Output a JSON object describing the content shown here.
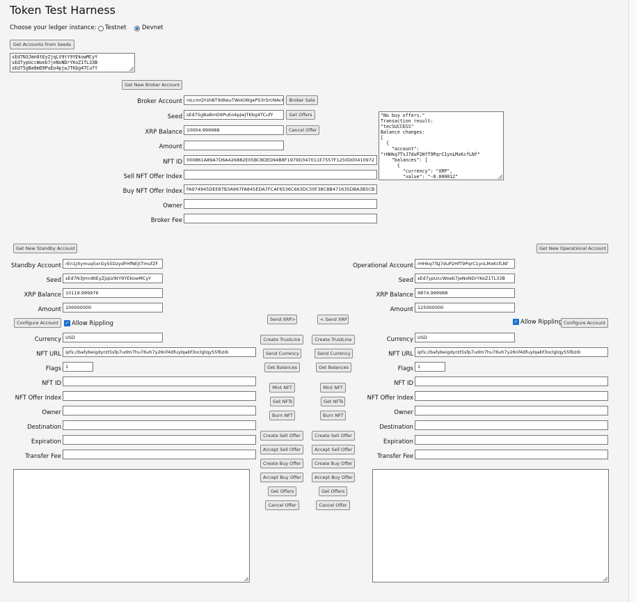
{
  "title": "Token Test Harness",
  "ledger": {
    "label": "Choose your ledger instance:",
    "options": [
      "Testnet",
      "Devnet"
    ],
    "selected": "Devnet"
  },
  "seeds": {
    "button": "Get Accounts From Seeds",
    "textarea": "sEd7N3Jmn8tEyZjqLV9tY9YEkowMCyY\nsEd7ypUccWoeb7jeNoNDrYKoZ1TL33B\nsEd75gBa8mD9PuEo4pjwJTKbg4TCufY"
  },
  "broker": {
    "get_account_button": "Get New Broker Account",
    "labels": {
      "account": "Broker Account",
      "seed": "Seed",
      "balance": "XRP Balance",
      "amount": "Amount",
      "nft_id": "NFT ID",
      "sell_offer": "Sell NFT Offer Index",
      "buy_offer": "Buy NFT Offer Index",
      "owner": "Owner",
      "fee": "Broker Fee"
    },
    "values": {
      "account": "rsLcmQYshBT9dKeuTWoGWgePS3rSrcNAcA",
      "seed": "sEd75gBa8mD9PuEo4pjwJTKbg4TCufY",
      "balance": "10004.999988",
      "amount": "",
      "nft_id": "000861A89A7D6A426882E05BC8DED94B8F1979D347011E7557F1250D00410972",
      "sell_offer": "",
      "buy_offer": "FA974945DEE87B3A967FA845EDA7FCAF6536C663DC50F38C8B471635DBA3B5CB",
      "owner": "",
      "fee": ""
    },
    "buttons": {
      "sale": "Broker Sale",
      "get_offers": "Get Offers",
      "cancel_offer": "Cancel Offer"
    },
    "result": "\"No buy offers.\"\nTransaction result:\n\"tecSUCCESS\"\nBalance changes:\n[\n  {\n    \"account\":\n\"rHHkq7TsJ7duP2HfT9PqrC1ynLMxKcfLNf\"\n    \"balances\": [\n      {\n        \"currency\": \"XRP\",\n        \"value\": \"-0.000012\""
  },
  "standby": {
    "get_account_button": "Get New Standby Account",
    "configure_button": "Configure Account",
    "allow_rippling": "Allow Rippling",
    "labels": {
      "account": "Standby Account",
      "seed": "Seed",
      "balance": "XRP Balance",
      "amount": "Amount",
      "currency": "Currency",
      "nft_url": "NFT URL",
      "flags": "Flags",
      "nft_id": "NFT ID",
      "offer_index": "NFT Offer Index",
      "owner": "Owner",
      "destination": "Destination",
      "expiration": "Expiration",
      "transfer_fee": "Transfer Fee"
    },
    "values": {
      "account": "rEn1JXymuq5xrGyS5DzydFHfNEjtTmufZF",
      "seed": "sEd7N3Jmn8tEyZjqLV9tY9YEkowMCyY",
      "balance": "10119.999976",
      "amount": "100000000",
      "currency": "USD",
      "nft_url": "ipfs://bafybeigdyrzt5sfp7udm7hu76uh7y26nf4dfuylqabf3oclgtqy55fbzdi",
      "flags": "1"
    },
    "result": ""
  },
  "operational": {
    "get_account_button": "Get New Operational Account",
    "configure_button": "Configure Account",
    "allow_rippling": "Allow Rippling",
    "labels": {
      "account": "Operational Account",
      "seed": "Seed",
      "balance": "XRP Balance",
      "amount": "Amount",
      "currency": "Currency",
      "nft_url": "NFT URL",
      "flags": "Flags",
      "nft_id": "NFT ID",
      "offer_index": "NFT Offer Index",
      "owner": "Owner",
      "destination": "Destination",
      "expiration": "Expiration",
      "transfer_fee": "Transfer Fee"
    },
    "values": {
      "account": "rHHkq7TsJ7duP2HfT9PqrC1ynLMxKcfLNf",
      "seed": "sEd7ypUccWoeb7jeNoNDrYKoZ1TL33B",
      "balance": "9874.999988",
      "amount": "125000000",
      "currency": "USD",
      "nft_url": "ipfs://bafybeigdyrzt5sfp7udm7hu76uh7y26nf4dfuylqabf3oclgtqy55fbzdi",
      "flags": "1"
    },
    "result": ""
  },
  "middle": {
    "left": {
      "send_xrp": "Send XRP>",
      "create_trustline": "Create TrustLine",
      "send_currency": "Send Currency",
      "get_balances": "Get Balances",
      "mint_nft": "Mint NFT",
      "get_nfts": "Get NFTs",
      "burn_nft": "Burn NFT",
      "create_sell_offer": "Create Sell Offer",
      "accept_sell_offer": "Accept Sell Offer",
      "create_buy_offer": "Create Buy Offer",
      "accept_buy_offer": "Accept Buy Offer",
      "get_offers": "Get Offers",
      "cancel_offer": "Cancel Offer"
    },
    "right": {
      "send_xrp": "< Send XRP",
      "create_trustline": "Create TrustLine",
      "send_currency": "Send Currency",
      "get_balances": "Get Balances",
      "mint_nft": "Mint NFT",
      "get_nfts": "Get NFTs",
      "burn_nft": "Burn NFT",
      "create_sell_offer": "Create Sell Offer",
      "accept_sell_offer": "Accept Sell Offer",
      "create_buy_offer": "Create Buy Offer",
      "accept_buy_offer": "Accept Buy Offer",
      "get_offers": "Get Offers",
      "cancel_offer": "Cancel Offer"
    }
  }
}
